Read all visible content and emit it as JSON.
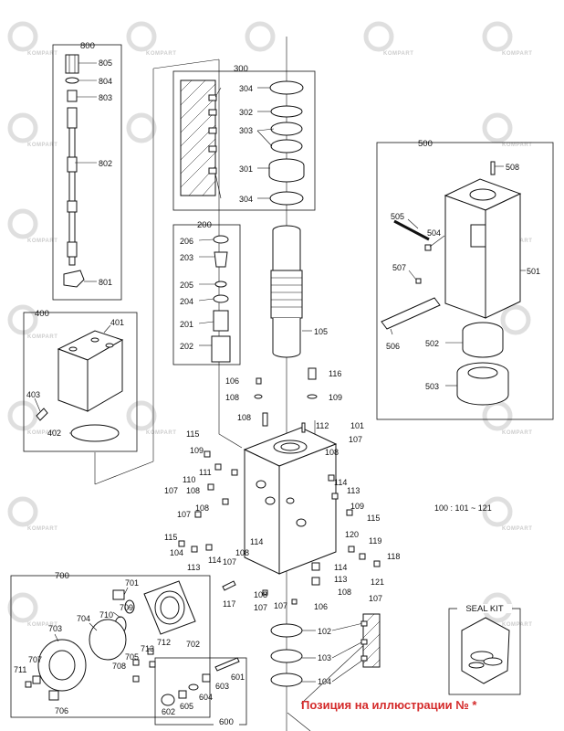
{
  "watermark": "KOMPART",
  "caption": "Позиция на иллюстрации № *",
  "range_note": "100 : 101 ~ 121",
  "seal_kit": "SEAL KIT",
  "groups": {
    "g800": "800",
    "g300": "300",
    "g200": "200",
    "g400": "400",
    "g500": "500",
    "g700": "700",
    "g600": "600"
  },
  "labels": {
    "l805": "805",
    "l804": "804",
    "l803": "803",
    "l802": "802",
    "l801": "801",
    "l304a": "304",
    "l302": "302",
    "l303": "303",
    "l301": "301",
    "l304b": "304",
    "l206": "206",
    "l203": "203",
    "l205": "205",
    "l204": "204",
    "l201": "201",
    "l202": "202",
    "l401": "401",
    "l403": "403",
    "l402": "402",
    "l508": "508",
    "l505": "505",
    "l504": "504",
    "l507": "507",
    "l501": "501",
    "l506": "506",
    "l502": "502",
    "l503": "503",
    "l105": "105",
    "l106a": "106",
    "l108a": "108",
    "l116": "116",
    "l109a": "109",
    "l108b": "108",
    "l112": "112",
    "l101": "101",
    "l115a": "115",
    "l109b": "109",
    "l108c": "108",
    "l107a": "107",
    "l111": "111",
    "l110": "110",
    "l108d": "108",
    "l107b": "107",
    "l114a": "114",
    "l113a": "113",
    "l108e": "108",
    "l109c": "109",
    "l107c": "107",
    "l115b": "115",
    "l115c": "115",
    "l120": "120",
    "l119": "119",
    "l118": "118",
    "l121": "121",
    "l104b": "104",
    "l113b": "113",
    "l114b": "114",
    "l107d": "107",
    "l108f": "108",
    "l114c": "114",
    "l113c": "113",
    "l114d": "114",
    "l113d": "113",
    "l108g": "108",
    "l107e": "107",
    "l106b": "106",
    "l107f": "107",
    "l117": "117",
    "l102": "102",
    "l103": "103",
    "l104": "104",
    "l701": "701",
    "l710": "710",
    "l709": "709",
    "l704": "704",
    "l703": "703",
    "l702": "702",
    "l712": "712",
    "l713": "713",
    "l705": "705",
    "l708": "708",
    "l707": "707",
    "l711": "711",
    "l706": "706",
    "l601": "601",
    "l603": "603",
    "l604": "604",
    "l605": "605",
    "l602": "602",
    "l107g": "107",
    "l108h": "108"
  }
}
